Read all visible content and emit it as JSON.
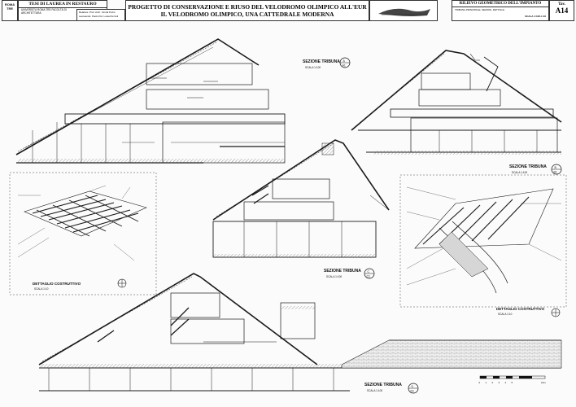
{
  "title_block": {
    "university_logo_text": "ROMA TRE",
    "thesis_heading": "TESI DI LAUREA IN RESTAURO",
    "university_line1": "UNIVERSITÀ ROMA TRE FACOLTÀ DI",
    "university_line2": "ARCHITETTURA",
    "supervisor_line": "Relatore: Prof. Arch. Cinzia Pozio",
    "student_line": "Laureando: Paolo Pel. Luisa Pezzoli",
    "project_title_1": "PROGETTO DI CONSERVAZIONE E RIUSO DEL VELODROMO OLIMPICO ALL'EUR",
    "project_title_2": "IL VELODROMO OLIMPICO, UNA CATTEDRALE MODERNA",
    "survey_heading": "RILIEVO GEOMETRICO DELL'IMPIANTO",
    "survey_sub": "TRIBUNA PRINCIPALE, SEZIONI, DETTAGLI",
    "scale_note": "SCALA 1:100-1:10",
    "table_label": "Tav.",
    "table_number": "A14"
  },
  "drawings": {
    "section_1": {
      "title": "SEZIONE TRIBUNA",
      "scale": "SCALA 1:100",
      "mark_top": "A",
      "mark_bottom": "A1"
    },
    "section_2": {
      "title": "SEZIONE TRIBUNA",
      "scale": "SCALA 1:100",
      "mark_top": "B",
      "mark_bottom": "B1"
    },
    "section_3": {
      "title": "SEZIONE TRIBUNA",
      "scale": "SCALA 1:100",
      "mark_top": "C",
      "mark_bottom": "C1"
    },
    "section_4": {
      "title": "SEZIONE TRIBUNA",
      "scale": "SCALA 1:100",
      "mark_top": "D",
      "mark_bottom": "D1"
    },
    "detail_left": {
      "title": "DETTAGLIO COSTRUTTIVO",
      "scale": "SCALA 1:10"
    },
    "detail_right": {
      "title": "DETTAGLIO COSTRUTTIVO",
      "scale": "SCALA 1:10"
    }
  },
  "graphic_scale": {
    "ticks": [
      "0",
      "1",
      "2",
      "3",
      "4",
      "5",
      "10m"
    ]
  },
  "colors": {
    "ink": "#1a1a1a",
    "paper": "#fbfbfb",
    "hatch": "#777777"
  }
}
